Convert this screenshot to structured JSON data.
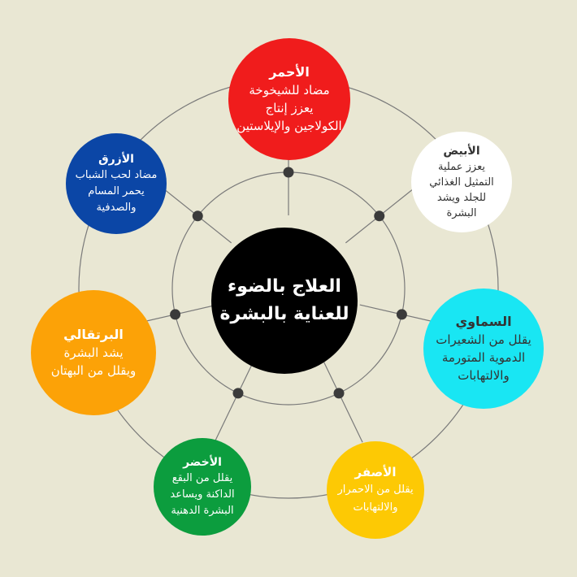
{
  "center": {
    "lines": [
      "العلاج بالضوء",
      "للعناية بالبشرة"
    ],
    "color": "#000000"
  },
  "nodes": [
    {
      "id": "red",
      "title": "الأحمر",
      "lines": [
        "مضاد للشيخوخة",
        "يعزز إنتاج",
        "الكولاجين والإيلاستين"
      ],
      "color": "#f01c1c",
      "text_color": "#ffffff"
    },
    {
      "id": "white",
      "title": "الأبيض",
      "lines": [
        "يعزز عملية",
        "التمثيل الغذائي",
        "للجلد ويشد",
        "البشرة"
      ],
      "color": "#ffffff",
      "text_color": "#333333"
    },
    {
      "id": "cyan",
      "title": "السماوي",
      "lines": [
        "يقلل من الشعيرات",
        "الدموية المتورمة",
        "والالتهابات"
      ],
      "color": "#19e6f3",
      "text_color": "#333333"
    },
    {
      "id": "yellow",
      "title": "الأصفر",
      "lines": [
        "يقلل من الاحمرار",
        "والالتهابات"
      ],
      "color": "#fdc904",
      "text_color": "#ffffff"
    },
    {
      "id": "green",
      "title": "الأخضر",
      "lines": [
        "يقلل من البقع",
        "الداكنة ويساعد",
        "البشرة الدهنية"
      ],
      "color": "#0c9d3e",
      "text_color": "#ffffff"
    },
    {
      "id": "orange",
      "title": "البرتقالي",
      "lines": [
        "يشد البشرة",
        "ويقلل من البهتان"
      ],
      "color": "#fca207",
      "text_color": "#ffffff"
    },
    {
      "id": "blue",
      "title": "الأزرق",
      "lines": [
        "مضاد لحب الشباب",
        "يحمر المسام",
        "والصدفية"
      ],
      "color": "#0b46a6",
      "text_color": "#ffffff"
    }
  ],
  "colors": {
    "ring": "#7a7a7a",
    "connector": "#7a7a7a",
    "dot": "#3b3b3b"
  }
}
